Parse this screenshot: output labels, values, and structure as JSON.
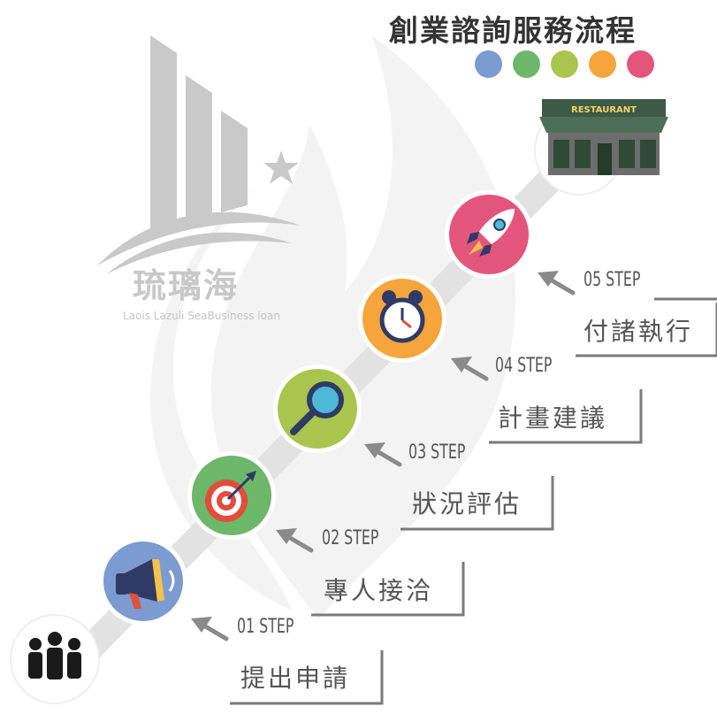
{
  "title": "創業諮詢服務流程",
  "palette": [
    "#7b9bd1",
    "#6cb76a",
    "#a9c54e",
    "#f5a53b",
    "#e4557d"
  ],
  "logo": {
    "name": "琉璃海",
    "subtitle": "Laois Lazuli SeaBusiness loan"
  },
  "steps": [
    {
      "caption": "01 STEP",
      "label": "提出申請",
      "icon": "megaphone-icon",
      "color": "#7b9bd1"
    },
    {
      "caption": "02 STEP",
      "label": "專人接洽",
      "icon": "target-icon",
      "color": "#6cb76a"
    },
    {
      "caption": "03 STEP",
      "label": "狀況評估",
      "icon": "magnifier-icon",
      "color": "#a9c54e"
    },
    {
      "caption": "04 STEP",
      "label": "計畫建議",
      "icon": "alarm-clock-icon",
      "color": "#f5a53b"
    },
    {
      "caption": "05 STEP",
      "label": "付諸執行",
      "icon": "rocket-icon",
      "color": "#e4557d"
    }
  ],
  "start": {
    "icon": "people-icon"
  },
  "end": {
    "icon": "restaurant-icon",
    "sign": "RESTAURANT"
  }
}
